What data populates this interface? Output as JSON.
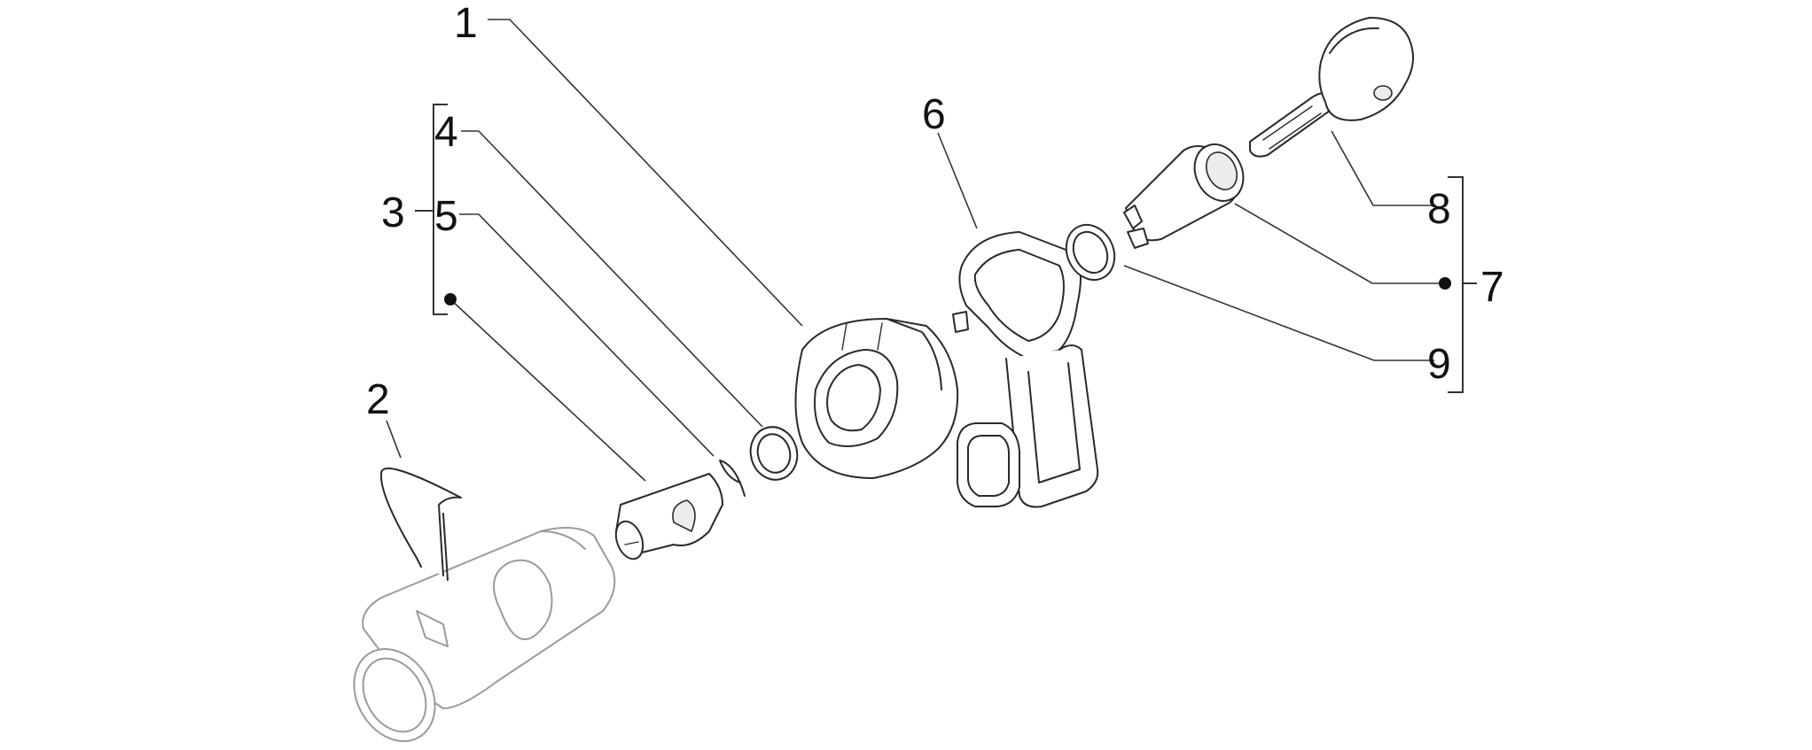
{
  "labels": {
    "l1": "1",
    "l2": "2",
    "l3": "3",
    "l4": "4",
    "l5": "5",
    "l6": "6",
    "l7": "7",
    "l8": "8",
    "l9": "9"
  },
  "colors": {
    "ink": "#2a2a2a",
    "light_ink": "#9a9a9a",
    "background": "#ffffff"
  }
}
